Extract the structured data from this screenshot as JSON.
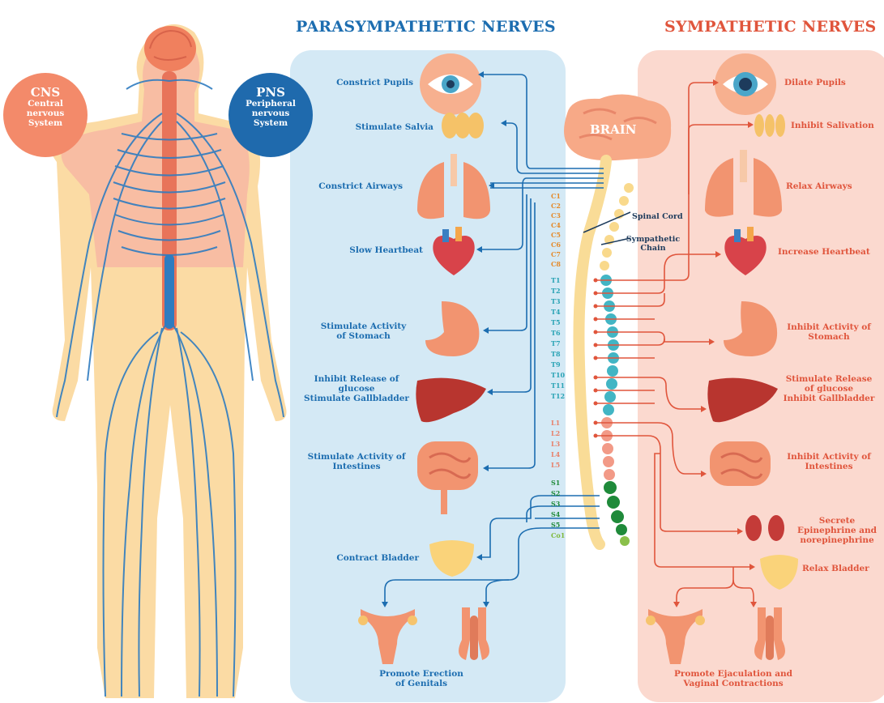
{
  "titles": {
    "parasympathetic": "PARASYMPATHETIC NERVES",
    "sympathetic": "SYMPATHETIC NERVES"
  },
  "badges": {
    "cns": {
      "title": "CNS",
      "line1": "Central",
      "line2": "nervous",
      "line3": "System"
    },
    "pns": {
      "title": "PNS",
      "line1": "Peripheral",
      "line2": "nervous",
      "line3": "System"
    }
  },
  "brain_label": "BRAIN",
  "spine_labels": {
    "spinal_cord": "Spinal Cord",
    "sympathetic_chain_1": "Sympathetic",
    "sympathetic_chain_2": "Chain"
  },
  "parasympathetic_effects": [
    {
      "l1": "Constrict Pupils"
    },
    {
      "l1": "Stimulate Salvia"
    },
    {
      "l1": "Constrict Airways"
    },
    {
      "l1": "Slow Heartbeat"
    },
    {
      "l1": "Stimulate Activity",
      "l2": "of Stomach"
    },
    {
      "l1": "Inhibit Release of",
      "l2": "glucose",
      "l3": "Stimulate Gallbladder"
    },
    {
      "l1": "Stimulate Activity of",
      "l2": "Intestines"
    },
    {
      "l1": "Contract Bladder"
    },
    {
      "l1": "Promote Erection",
      "l2": "of Genitals"
    }
  ],
  "sympathetic_effects": [
    {
      "l1": "Dilate Pupils"
    },
    {
      "l1": "Inhibit Salivation"
    },
    {
      "l1": "Relax Airways"
    },
    {
      "l1": "Increase Heartbeat"
    },
    {
      "l1": "Inhibit Activity of",
      "l2": "Stomach"
    },
    {
      "l1": "Stimulate Release",
      "l2": "of glucose",
      "l3": "Inhibit Gallbladder"
    },
    {
      "l1": "Inhibit Activity of",
      "l2": "Intestines"
    },
    {
      "l1": "Secrete",
      "l2": "Epinephrine and",
      "l3": "norepinephrine"
    },
    {
      "l1": "Relax Bladder"
    },
    {
      "l1": "Promote Ejaculation and",
      "l2": "Vaginal Contractions"
    }
  ],
  "segments": {
    "cervical": [
      "C1",
      "C2",
      "C3",
      "C4",
      "C5",
      "C6",
      "C7",
      "C8"
    ],
    "thoracic": [
      "T1",
      "T2",
      "T3",
      "T4",
      "T5",
      "T6",
      "T7",
      "T8",
      "T9",
      "T10",
      "T11",
      "T12"
    ],
    "lumbar": [
      "L1",
      "L2",
      "L3",
      "L4",
      "L5"
    ],
    "sacral": [
      "S1",
      "S2",
      "S3",
      "S4",
      "S5",
      "Co1"
    ]
  },
  "colors": {
    "parasympathetic": "#1c6db0",
    "sympathetic": "#e0553c",
    "para_panel": "#d4e9f5",
    "symp_panel": "#fbd9cf",
    "cervical": "#e58a2a",
    "thoracic": "#2aa3b5",
    "lumbar": "#e8806a",
    "sacral": "#1f8a3a",
    "nerve": "#2f7cc0",
    "skin": "#fbd79a"
  }
}
